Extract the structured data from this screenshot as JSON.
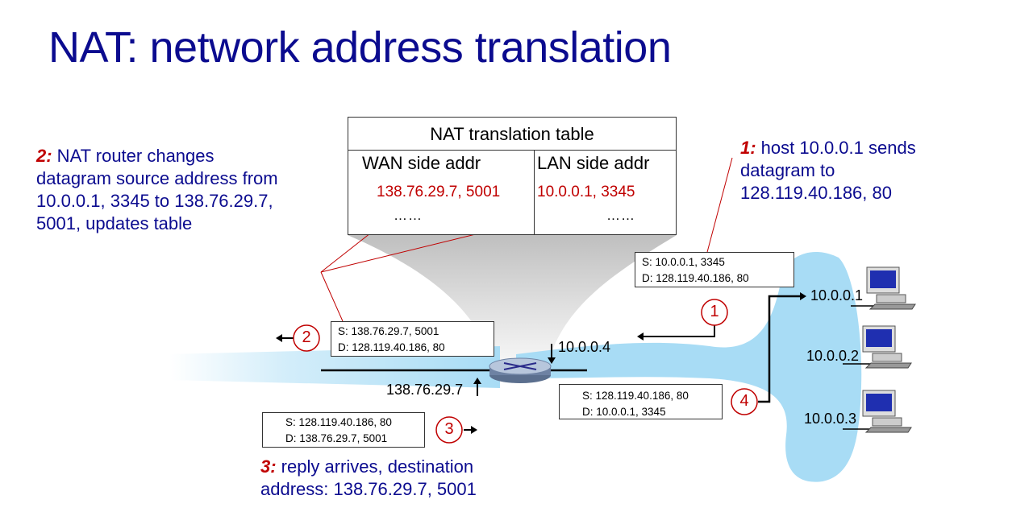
{
  "title": "NAT: network address translation",
  "nat_table": {
    "title": "NAT translation table",
    "wan_header": "WAN side addr",
    "lan_header": "LAN side addr",
    "wan_entry": "138.76.29.7, 5001",
    "lan_entry": "10.0.0.1, 3345",
    "ellipsis": "……"
  },
  "notes": {
    "step1": {
      "num": "1:",
      "text": " host 10.0.0.1 sends datagram to 128.119.40.186, 80"
    },
    "step2": {
      "num": "2:",
      "text": " NAT router changes datagram source address from 10.0.0.1, 3345 to 138.76.29.7, 5001, updates table"
    },
    "step3": {
      "num": "3:",
      "text": " reply arrives, destination address: 138.76.29.7, 5001"
    }
  },
  "packets": {
    "p1": {
      "src": "S: 10.0.0.1, 3345",
      "dst": "D: 128.119.40.186, 80"
    },
    "p2": {
      "src": "S: 138.76.29.7, 5001",
      "dst": "D: 128.119.40.186, 80"
    },
    "p3": {
      "src": "S: 128.119.40.186, 80",
      "dst": "D: 138.76.29.7, 5001"
    },
    "p4": {
      "src": "S: 128.119.40.186, 80",
      "dst": "D: 10.0.0.1, 3345"
    }
  },
  "addresses": {
    "router_lan": "10.0.0.4",
    "router_wan": "138.76.29.7",
    "host1": "10.0.0.1",
    "host2": "10.0.0.2",
    "host3": "10.0.0.3"
  },
  "step_numbers": [
    "1",
    "2",
    "3",
    "4"
  ],
  "colors": {
    "title": "#0b0b8f",
    "step": "#c00000",
    "lan_cloud": "#a8dcf5"
  }
}
